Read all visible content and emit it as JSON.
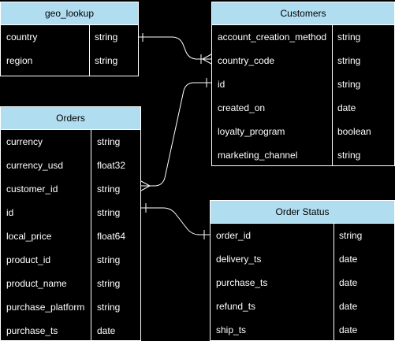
{
  "entities": {
    "geo_lookup": {
      "title": "geo_lookup",
      "fields": [
        {
          "name": "country",
          "type": "string"
        },
        {
          "name": "region",
          "type": "string"
        }
      ]
    },
    "customers": {
      "title": "Customers",
      "fields": [
        {
          "name": "account_creation_method",
          "type": "string"
        },
        {
          "name": "country_code",
          "type": "string"
        },
        {
          "name": "id",
          "type": "string"
        },
        {
          "name": "created_on",
          "type": "date"
        },
        {
          "name": "loyalty_program",
          "type": "boolean"
        },
        {
          "name": "marketing_channel",
          "type": "string"
        }
      ]
    },
    "orders": {
      "title": "Orders",
      "fields": [
        {
          "name": "currency",
          "type": "string"
        },
        {
          "name": "currency_usd",
          "type": "float32"
        },
        {
          "name": "customer_id",
          "type": "string"
        },
        {
          "name": "id",
          "type": "string"
        },
        {
          "name": "local_price",
          "type": "float64"
        },
        {
          "name": "product_id",
          "type": "string"
        },
        {
          "name": "product_name",
          "type": "string"
        },
        {
          "name": "purchase_platform",
          "type": "string"
        },
        {
          "name": "purchase_ts",
          "type": "date"
        }
      ]
    },
    "order_status": {
      "title": "Order Status",
      "fields": [
        {
          "name": "order_id",
          "type": "string"
        },
        {
          "name": "delivery_ts",
          "type": "date"
        },
        {
          "name": "purchase_ts",
          "type": "date"
        },
        {
          "name": "refund_ts",
          "type": "date"
        },
        {
          "name": "ship_ts",
          "type": "date"
        }
      ]
    }
  },
  "relationships": [
    {
      "from": "geo_lookup.country",
      "to": "customers.country_code",
      "from_end": "one",
      "to_end": "many"
    },
    {
      "from": "orders.customer_id",
      "to": "customers.id",
      "from_end": "many",
      "to_end": "one"
    },
    {
      "from": "orders.id",
      "to": "order_status.order_id",
      "from_end": "one",
      "to_end": "one"
    }
  ],
  "colors": {
    "background": "#000000",
    "header_fill": "#b1ddf0",
    "header_text": "#000000",
    "line": "#ffffff",
    "text": "#ffffff"
  }
}
